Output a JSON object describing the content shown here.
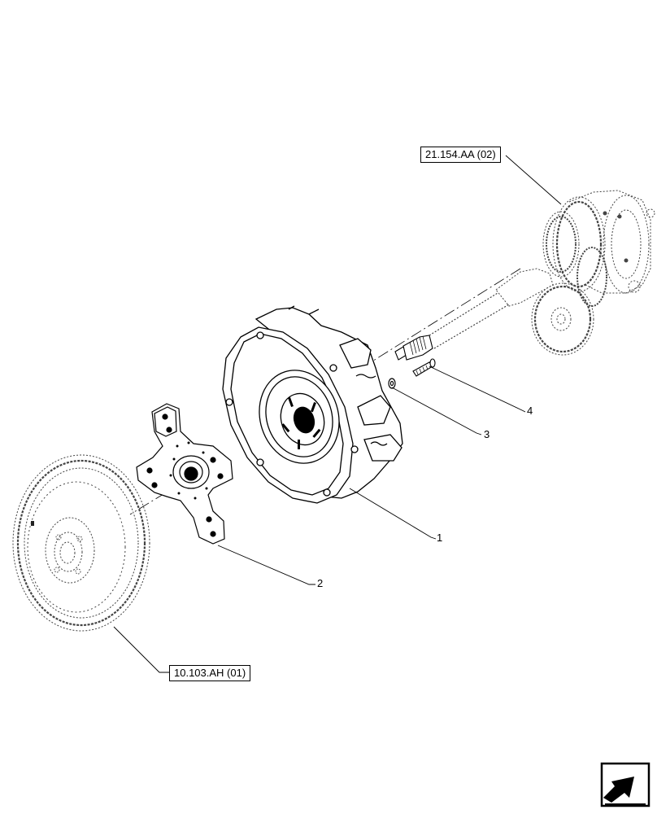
{
  "references": {
    "transmission": "21.154.AA (02)",
    "flywheel": "10.103.AH (01)"
  },
  "callouts": {
    "clutch_assembly": "1",
    "clutch_disc": "2",
    "washer": "3",
    "bolt": "4"
  },
  "nav": {
    "icon": "exit-arrow-icon"
  },
  "colors": {
    "line": "#000000",
    "hidden": "#555555"
  }
}
